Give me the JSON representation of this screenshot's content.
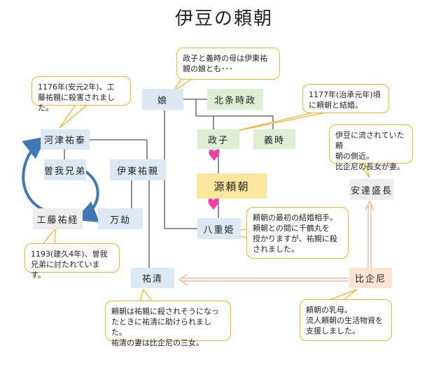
{
  "title": "伊豆の頼朝",
  "people": {
    "musume": "娘",
    "hojo_tokimasa": "北条時政",
    "kawazu_sukeyasu": "河津祐泰",
    "soga_kyodai": "曽我兄弟",
    "ito_sukechika": "伊東祐親",
    "masako": "政子",
    "yoshitoki": "義時",
    "minamoto_yoritomo": "源頼朝",
    "kudo_suketsune": "工藤祐経",
    "manko": "万劫",
    "yaegime": "八重姫",
    "adachi_morinaga": "安達盛長",
    "sukekiyo": "祐清",
    "hikini": "比企尼"
  },
  "notes": {
    "musume_note": "政子と義時の母は伊東祐\n親の娘とも･･･",
    "kawazu_note": "1176年(安元2年)、工\n藤祐親に殺害されました。",
    "masako_note": "1177年(治承元年)頃\nに頼朝と結婚。",
    "adachi_note": "伊豆に流されていた頼\n朝の側近。\n比企尼の長女が妻。",
    "yaegime_note": "頼朝の最初の結婚相手。\n頼朝との間に千鶴丸を\n授かりますが、祐親に殺\nされました。",
    "kudo_note": "1193(建久4年)、曽我\n兄弟に討たれています。",
    "sukekiyo_note": "頼朝は祐親に殺されそうになっ\nたときに祐清に助けられました。\n祐清の妻は比企尼の三女。",
    "hikini_note": "頼朝の乳母。\n流人頼朝の生活物資を\n支援しました。"
  },
  "colors": {
    "line": "#555555",
    "arrow_blue": "#3f78b4",
    "heart": "#ee3fa0",
    "note_border": "#f2b431"
  }
}
